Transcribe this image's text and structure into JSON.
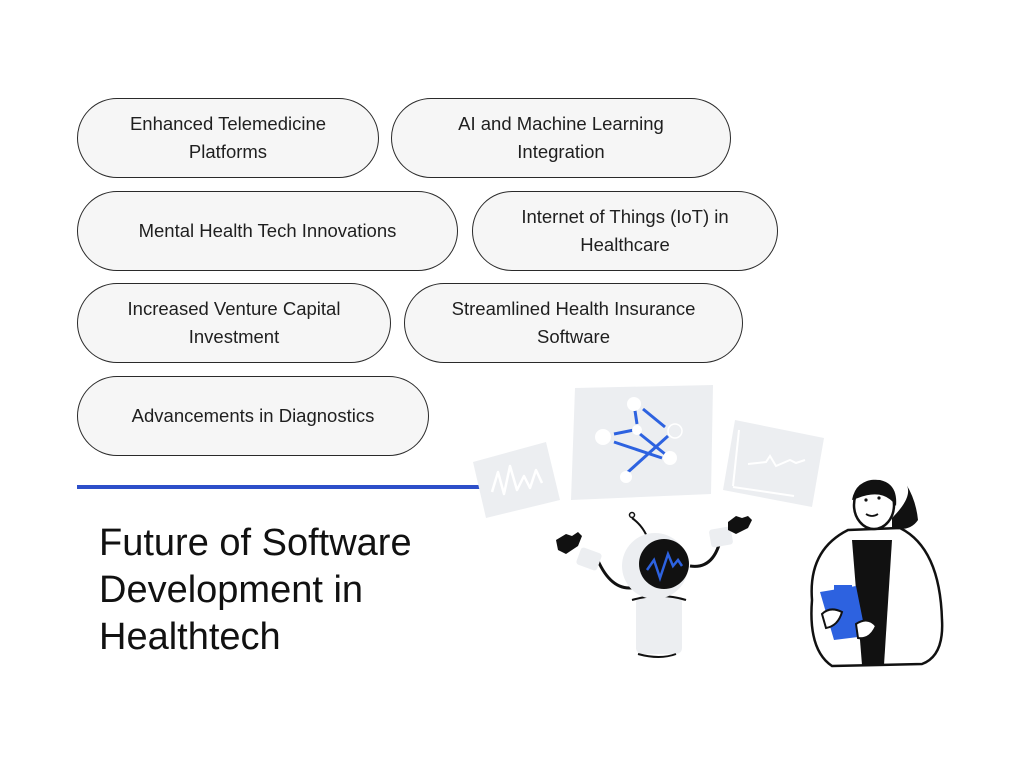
{
  "items": [
    {
      "label": "Enhanced Telemedicine Platforms"
    },
    {
      "label": "AI and Machine Learning Integration"
    },
    {
      "label": "Mental Health Tech Innovations"
    },
    {
      "label": "Internet of Things (IoT) in Healthcare"
    },
    {
      "label": "Increased Venture Capital Investment"
    },
    {
      "label": "Streamlined Health Insurance Software"
    },
    {
      "label": "Advancements in Diagnostics"
    }
  ],
  "title": {
    "lines": [
      "Future of Software",
      "Development in",
      "Healthtech"
    ]
  },
  "colors": {
    "accent": "#2d4fc9",
    "pill_bg": "#f6f6f6",
    "pill_border": "#2a2a2a",
    "panel_bg": "#eceef1"
  },
  "illustration": {
    "icons": [
      "heartbeat-card-icon",
      "network-graph-card-icon",
      "line-chart-card-icon",
      "robot-icon",
      "woman-with-clipboard-icon"
    ]
  }
}
